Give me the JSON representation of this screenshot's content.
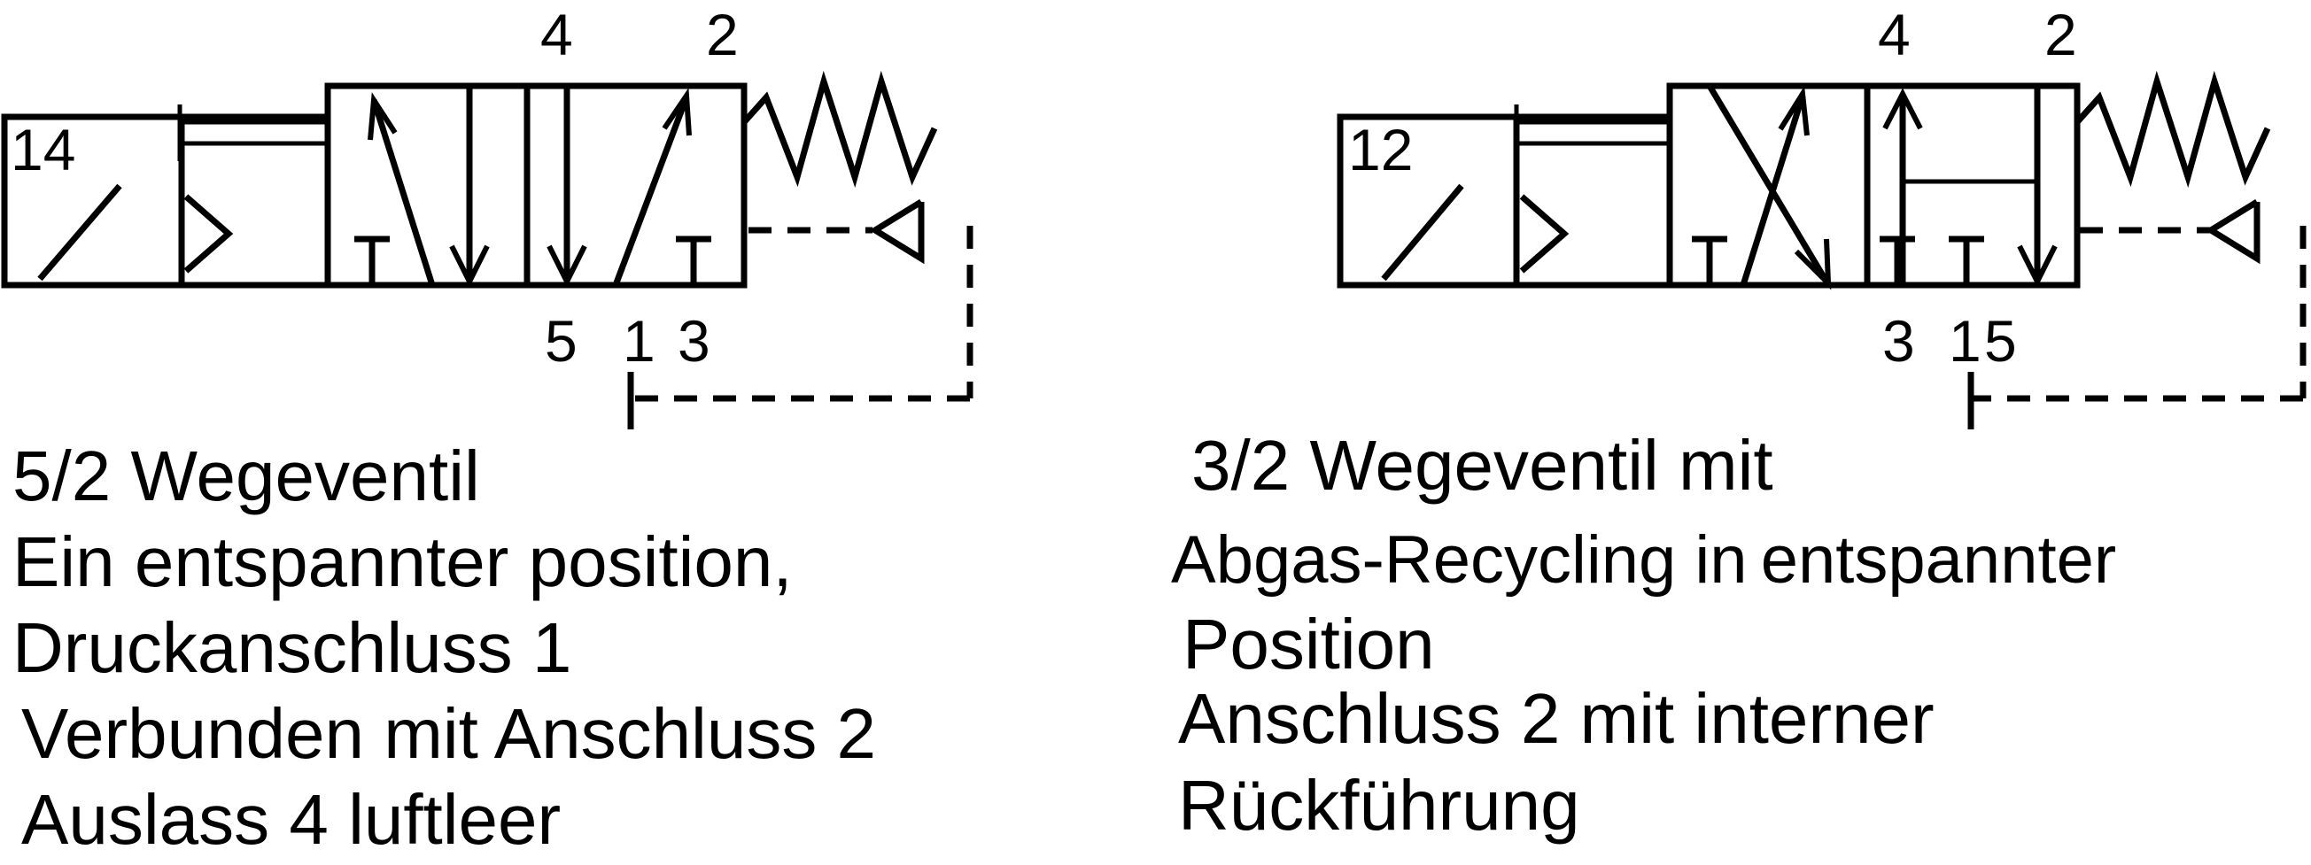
{
  "left_valve": {
    "solenoid_port": "14",
    "top_ports": [
      "4",
      "2"
    ],
    "bottom_ports": [
      "5",
      "1",
      "3"
    ],
    "caption": [
      "5/2 Wegeventil",
      "Ein entspannter position,",
      "Druckanschluss 1",
      "Verbunden mit Anschluss 2",
      "Auslass 4 luftleer"
    ]
  },
  "right_valve": {
    "solenoid_port": "12",
    "top_ports": [
      "4",
      "2"
    ],
    "bottom_ports": [
      "3",
      "1",
      "5"
    ],
    "caption": [
      "3/2 Wegeventil mit",
      "Abgas-Recycling in entspannter",
      "Position",
      "Anschluss 2 mit interner",
      "Rückführung"
    ]
  }
}
